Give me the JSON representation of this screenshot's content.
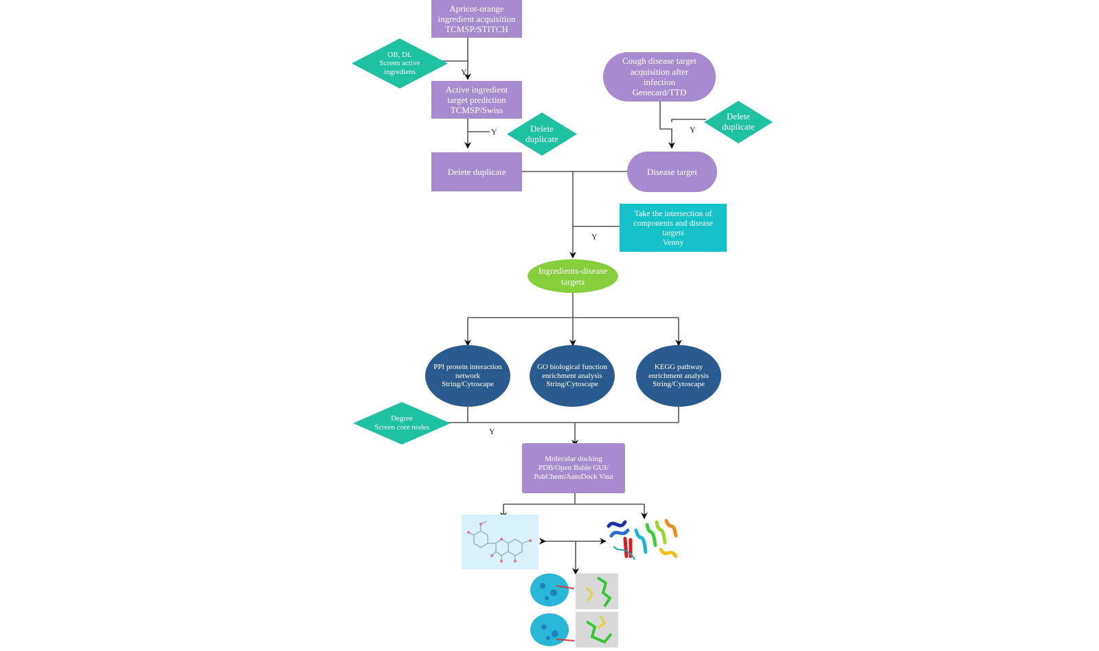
{
  "nodes": {
    "apricot": {
      "lines": [
        "Apricot-orange",
        "ingredient acquisition",
        "TCMSP/STITCH"
      ]
    },
    "screen_active": {
      "lines": [
        "OB, DL",
        "Screen active",
        "ingrediens"
      ]
    },
    "target_prediction": {
      "lines": [
        "Active ingredient",
        "target prediction",
        "TCMSP/Swiss"
      ]
    },
    "delete_dup_diamond_left": {
      "lines": [
        "Delete",
        "duplicate"
      ]
    },
    "delete_dup_box": {
      "lines": [
        "Delete duplicate"
      ]
    },
    "cough": {
      "lines": [
        "Cough disease target",
        "acquisition after",
        "infection",
        "Genecard/TTD"
      ]
    },
    "delete_dup_diamond_right": {
      "lines": [
        "Delete",
        "duplicate"
      ]
    },
    "disease_target": {
      "lines": [
        "Disease target"
      ]
    },
    "intersection": {
      "lines": [
        "Take the intersection of",
        "components and disease",
        "targets",
        "Venny"
      ]
    },
    "ingredients_disease": {
      "lines": [
        "Ingredients-disease",
        "targets"
      ]
    },
    "ppi": {
      "lines": [
        "PPI protein interaction",
        "network",
        "String/Cytoscape"
      ]
    },
    "go": {
      "lines": [
        "GO biological function",
        "enrichment analysis",
        "String/Cytoscape"
      ]
    },
    "kegg": {
      "lines": [
        "KEGG pathway",
        "enrichment analysis",
        "String/Cytoscape"
      ]
    },
    "degree": {
      "lines": [
        "Degree",
        "Screen core nodes"
      ]
    },
    "docking": {
      "lines": [
        "Molecular docking",
        "PDB/Open Bable GUI/",
        "PubChem/AutoDock Vina"
      ]
    }
  },
  "edge_labels": {
    "yes": "Y"
  },
  "images": {
    "ligand": "ligand-structure-image",
    "protein": "protein-ribbon-image",
    "docking_results": "docking-result-images"
  },
  "colors": {
    "purple": "#a78bd0",
    "teal_diamond": "#1ec1a0",
    "cyan_box": "#16c2c9",
    "green_ellipse": "#85d03a",
    "blue_ellipse": "#2a5b8e",
    "line": "#555555"
  }
}
